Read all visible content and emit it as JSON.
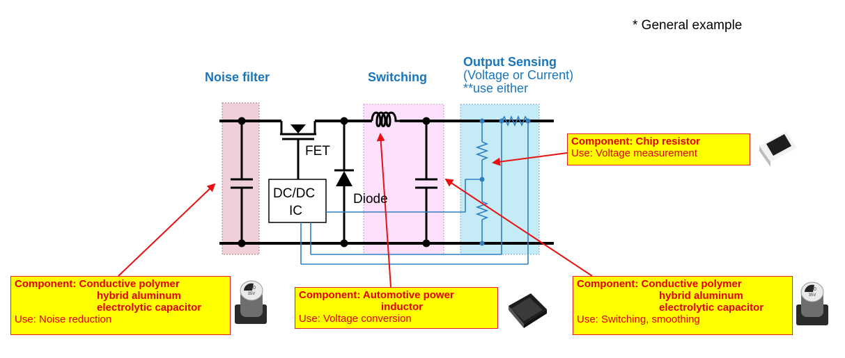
{
  "note": "* General example",
  "sections": {
    "noise_filter": "Noise filter",
    "switching": "Switching",
    "output_sensing": {
      "title": "Output Sensing",
      "line2": "(Voltage or Current)",
      "line3": "**use either"
    }
  },
  "labels": {
    "fet": "FET",
    "dcdc_line1": "DC/DC",
    "dcdc_line2": "IC",
    "diode": "Diode"
  },
  "callouts": {
    "chip_resistor": {
      "title": "Component: Chip resistor",
      "use": "Use: Voltage measurement"
    },
    "polymer_cap_left": {
      "title1": "Component: Conductive polymer",
      "title2": "hybrid aluminum",
      "title3": "electrolytic capacitor",
      "use": "Use: Noise reduction"
    },
    "inductor": {
      "title1": "Component: Automotive power",
      "title2": "inductor",
      "use": "Use: Voltage conversion"
    },
    "polymer_cap_right": {
      "title1": "Component: Conductive polymer",
      "title2": "hybrid aluminum",
      "title3": "electrolytic capacitor",
      "use": "Use: Switching, smoothing"
    }
  },
  "capacitor_marking": {
    "line1": "100",
    "line2": "35V"
  },
  "colors": {
    "noise_band": "#f0d0d8",
    "switch_band": "#fde0fb",
    "sense_band": "#c5ebf7",
    "section_title": "#1a75bb",
    "signal_wire": "#2f7fc0",
    "callout_fill": "#ffff00",
    "callout_text": "#e00000",
    "arrow": "#e81010"
  }
}
